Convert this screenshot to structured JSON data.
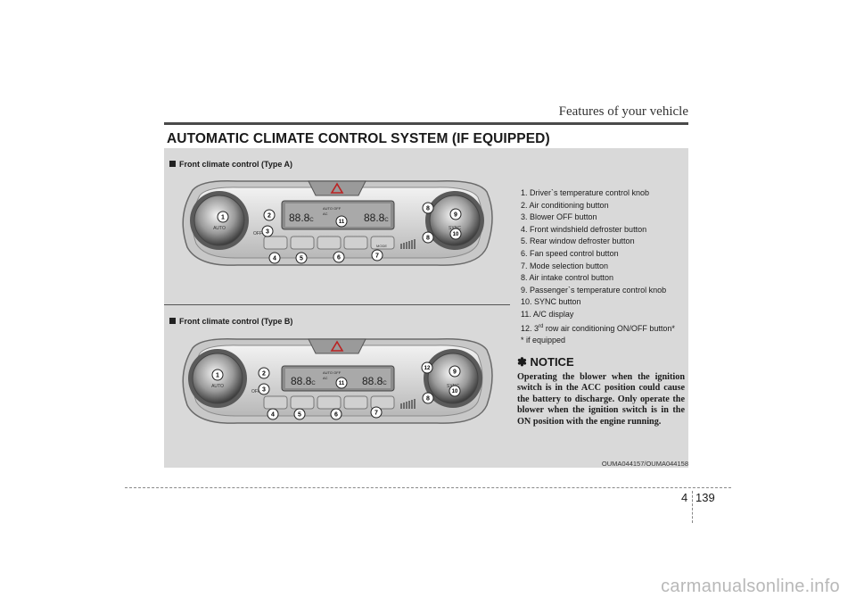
{
  "header": {
    "title": "Features of your vehicle"
  },
  "section_title": "AUTOMATIC CLIMATE CONTROL SYSTEM (IF EQUIPPED)",
  "type_a": {
    "label": "Front climate control (Type A)",
    "knob_left": "AUTO",
    "knob_right": "SYNC",
    "off": "OFF",
    "temp_left": "88.8",
    "temp_right": "88.8",
    "unit": "°C",
    "display_mode": "AUTO OFF",
    "display_ac": "AC",
    "mode_button": "MODE",
    "callouts": [
      "1",
      "2",
      "3",
      "4",
      "5",
      "6",
      "7",
      "8",
      "8",
      "9",
      "10",
      "11"
    ]
  },
  "type_b": {
    "label": "Front climate control (Type B)",
    "knob_left": "AUTO",
    "knob_right": "SYNC",
    "off": "OFF",
    "temp_left": "88.8",
    "temp_right": "88.8",
    "unit": "°C",
    "display_mode": "AUTO OFF",
    "display_ac": "AC",
    "callouts": [
      "1",
      "2",
      "3",
      "4",
      "5",
      "6",
      "7",
      "8",
      "9",
      "10",
      "11",
      "12"
    ]
  },
  "legend": [
    "1. Driver`s temperature control knob",
    "2. Air conditioning button",
    "3. Blower OFF button",
    "4. Front windshield defroster button",
    "5. Rear window defroster button",
    "6. Fan speed control button",
    "7. Mode selection button",
    "8. Air intake control button",
    "9. Passenger`s temperature control knob",
    "10. SYNC button",
    "11. A/C display",
    "* if equipped"
  ],
  "legend_12": {
    "prefix": "12. 3",
    "sup": "rd",
    "suffix": " row air conditioning ON/OFF button*"
  },
  "notice": {
    "title": "✽ NOTICE",
    "text": "Operating the blower when the ignition switch is in the ACC position could cause the battery to discharge. Only operate the blower when the ignition switch is in the ON position with the engine running."
  },
  "image_code": "OUMA044157/OUMA044158",
  "footer": {
    "chapter": "4",
    "page": "139"
  },
  "watermark": "carmanualsonline.info"
}
